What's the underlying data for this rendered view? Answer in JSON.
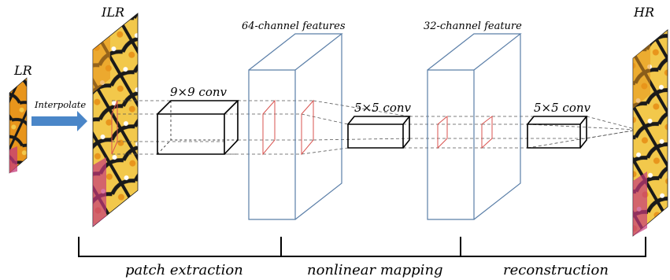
{
  "labels": {
    "lr": "LR",
    "ilr": "ILR",
    "hr": "HR",
    "interpolate": "Interpolate",
    "features_64": "64-channel features",
    "features_32": "32-channel feature",
    "conv_1": "9×9  conv",
    "conv_2": "5×5  conv",
    "conv_3": "5×5  conv"
  },
  "stages": [
    {
      "label": "patch extraction"
    },
    {
      "label": "nonlinear mapping"
    },
    {
      "label": "reconstruction"
    }
  ],
  "colors": {
    "feature_map_stroke": "#5b7fa8",
    "filter_slice_stroke": "#d9534f",
    "arrow_fill": "#4a86c8",
    "guide_line": "#555555",
    "butterfly_orange": "#e8951c",
    "butterfly_yellow": "#f2c84b",
    "butterfly_black": "#1a1a1a",
    "flower_pink": "#c63b7a"
  }
}
